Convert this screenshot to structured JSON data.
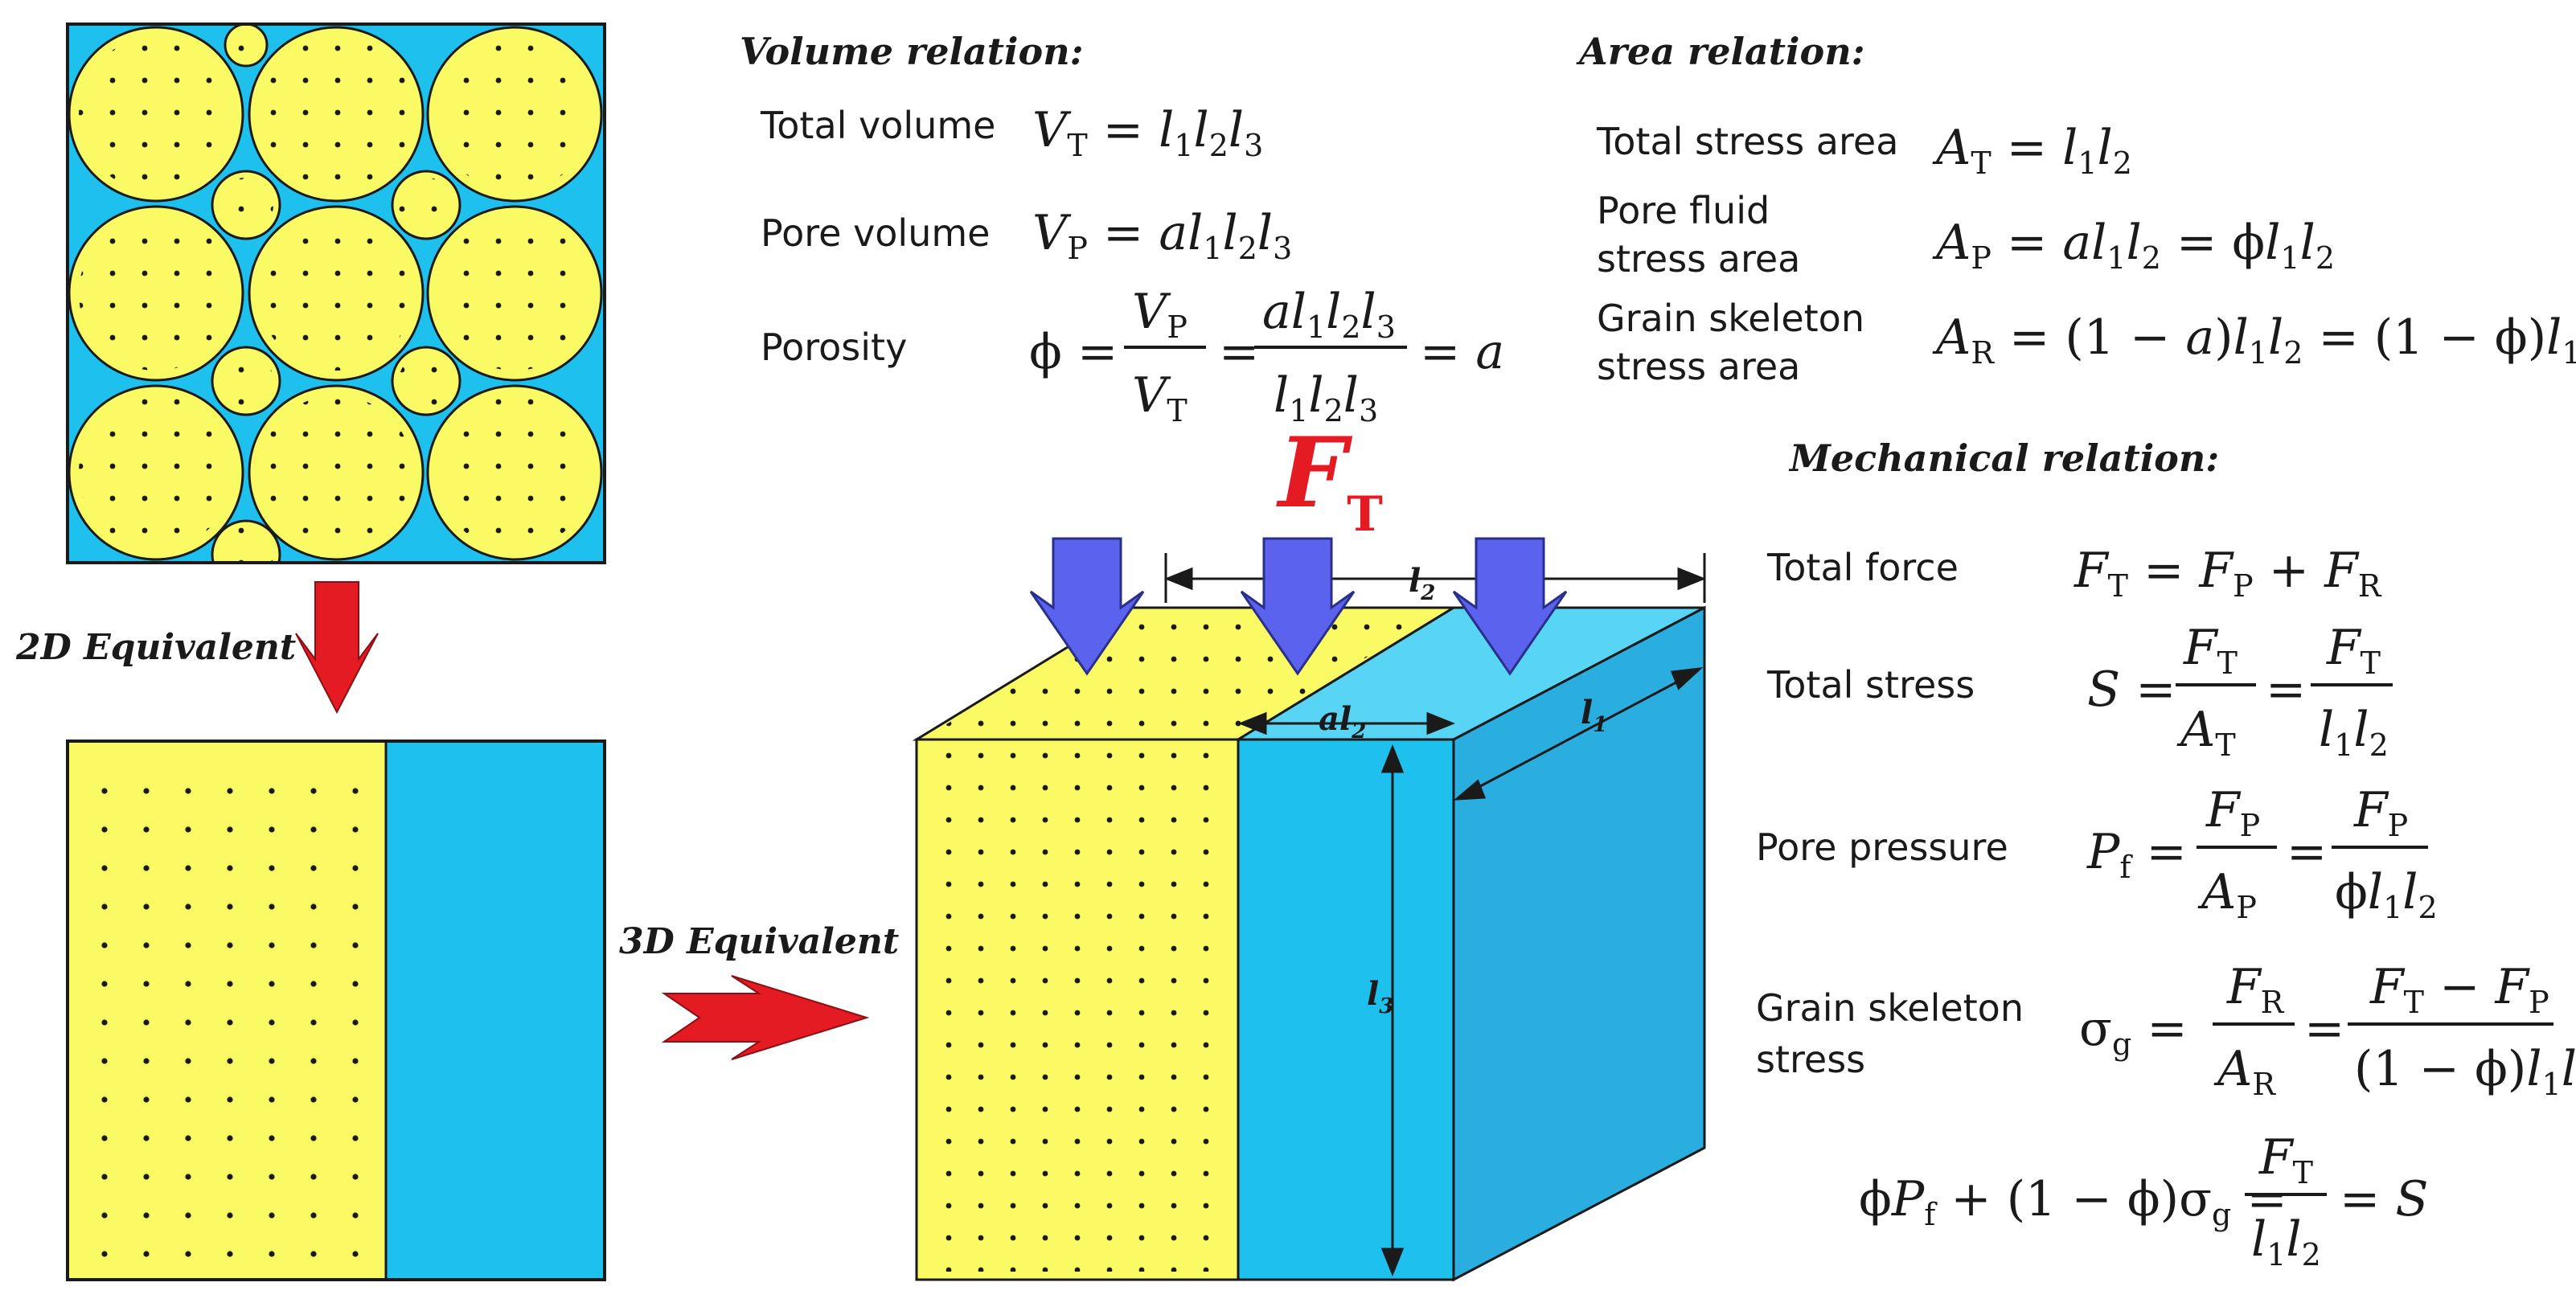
{
  "colors": {
    "grain": "#fafa64",
    "fluid": "#1ec0ee",
    "fluid_top": "#58d4f4",
    "fluid_side": "#2aaedf",
    "force_arrow": "#5b63ee",
    "equiv_arrow": "#e41b23",
    "force_label": "#e41b23",
    "ink": "#1a1a1a"
  },
  "labels": {
    "equiv_2d": "2D Equivalent",
    "equiv_3d": "3D Equivalent",
    "force_symbol": "F",
    "force_sub": "T"
  },
  "dims": {
    "l2": "l",
    "l2_sub": "2",
    "al2": "al",
    "al2_sub": "2",
    "l1": "l",
    "l1_sub": "1",
    "l3": "l",
    "l3_sub": "3"
  },
  "volume": {
    "title": "Volume relation:",
    "total_label": "Total volume",
    "pore_label": "Pore volume",
    "porosity_label": "Porosity"
  },
  "area": {
    "title": "Area relation:",
    "total_label": "Total stress area",
    "pore_label_1": "Pore fluid",
    "pore_label_2": "stress area",
    "grain_label_1": "Grain skeleton",
    "grain_label_2": "stress area"
  },
  "mech": {
    "title": "Mechanical relation:",
    "force_label": "Total force",
    "stress_label": "Total stress",
    "pore_label": "Pore pressure",
    "grain_label_1": "Grain skeleton",
    "grain_label_2": "stress"
  },
  "icons": {
    "force_arrow": "down-arrow-icon",
    "equiv_arrow_2d": "red-down-arrow-icon",
    "equiv_arrow_3d": "red-right-arrow-icon"
  }
}
